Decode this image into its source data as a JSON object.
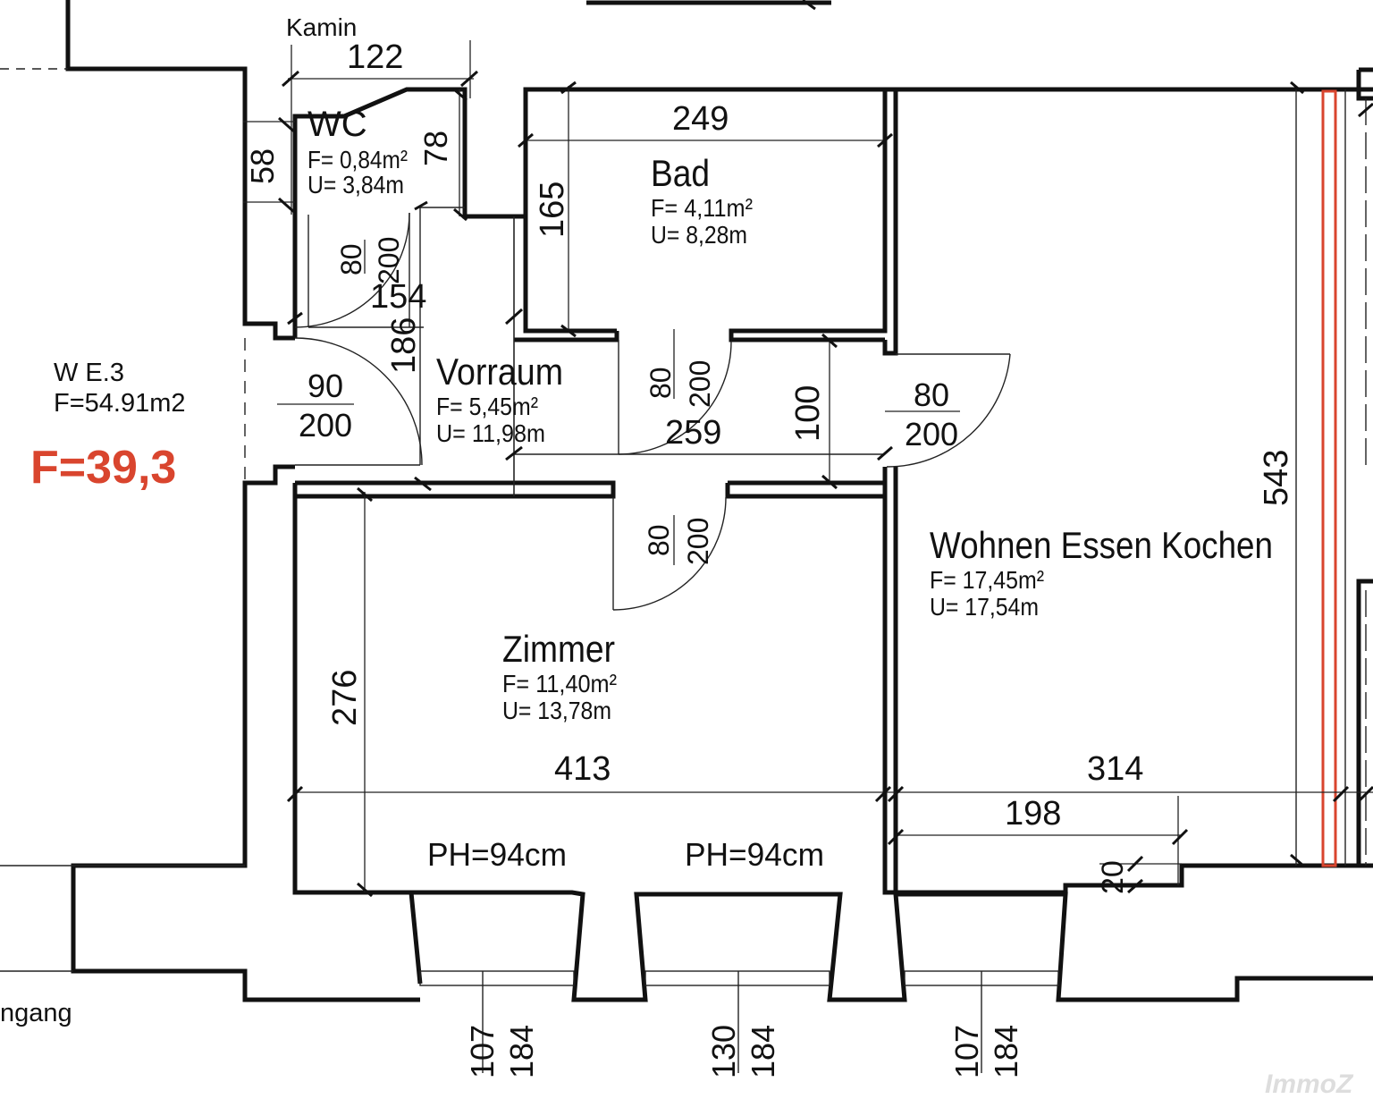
{
  "colors": {
    "line": "#111111",
    "accent": "#d9452e",
    "background": "#ffffff"
  },
  "labels": {
    "kamin": "Kamin",
    "we": "W E.3",
    "we_area": "F=54.91m2",
    "total_area": "F=39,3",
    "eingang": "ngang",
    "watermark": "ImmoZ",
    "ph_left": "PH=94cm",
    "ph_right": "PH=94cm"
  },
  "rooms": {
    "wc": {
      "name": "WC",
      "area": "F= 0,84m²",
      "perimeter": "U= 3,84m"
    },
    "bad": {
      "name": "Bad",
      "area": "F= 4,11m²",
      "perimeter": "U= 8,28m"
    },
    "vorraum": {
      "name": "Vorraum",
      "area": "F= 5,45m²",
      "perimeter": "U= 11,98m"
    },
    "wek": {
      "name": "Wohnen Essen Kochen",
      "area": "F= 17,45m²",
      "perimeter": "U= 17,54m"
    },
    "zimmer": {
      "name": "Zimmer",
      "area": "F= 11,40m²",
      "perimeter": "U= 13,78m"
    }
  },
  "dims": {
    "d122": "122",
    "d58": "58",
    "d78": "78",
    "d249": "249",
    "d165": "165",
    "d154": "154",
    "d186": "186",
    "d259": "259",
    "d100": "100",
    "d543": "543",
    "d276": "276",
    "d413": "413",
    "d314": "314",
    "d198": "198",
    "d20": "20"
  },
  "doors": {
    "wc": {
      "width": "80",
      "height": "200"
    },
    "entry": {
      "width": "90",
      "height": "200"
    },
    "bad": {
      "width": "80",
      "height": "200"
    },
    "wek": {
      "width": "80",
      "height": "200"
    },
    "zimmer": {
      "width": "80",
      "height": "200"
    }
  },
  "windows": [
    {
      "width": "107",
      "height": "184"
    },
    {
      "width": "130",
      "height": "184"
    },
    {
      "width": "107",
      "height": "184"
    }
  ]
}
